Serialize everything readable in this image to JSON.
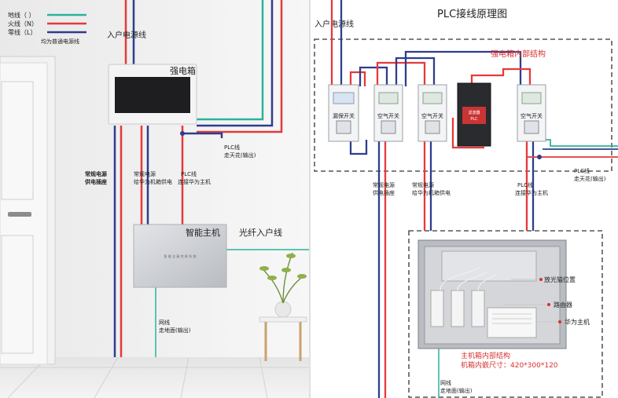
{
  "legend": {
    "ground": "地线（  ）",
    "live": "火线（N）",
    "neutral": "零线（L）",
    "note": "均为普通电源线"
  },
  "left": {
    "incoming_power": "入户电源线",
    "strong_box": "强电箱",
    "plc_out_1": "PLC线",
    "plc_out_2": "走天花(输出)",
    "normal_power_1": "常规电源",
    "normal_power_2": "供电插座",
    "huawei_power_1": "常规电源",
    "huawei_power_2": "给华为机箱供电",
    "plc_huawei_1": "PLC线",
    "plc_huawei_2": "连接华为主机",
    "smart_host": "智能主机",
    "host_panel_text": "智 能 全 屋 控 制 系 统",
    "fiber": "光纤入户线",
    "net_1": "网线",
    "net_2": "走地面(输出)"
  },
  "right": {
    "title": "PLC接线原理图",
    "incoming_power": "入户电源线",
    "box_title": "强电箱内部结构",
    "breakers": [
      "漏保开关",
      "空气开关",
      "空气开关",
      "空气开关"
    ],
    "filter_1": "滤波器",
    "filter_2": "PLC",
    "normal_power_1": "常规电源",
    "normal_power_2": "供电插座",
    "huawei_power_1": "常规电源",
    "huawei_power_2": "给华为机箱供电",
    "plc_huawei_1": "PLC线",
    "plc_huawei_2": "连接华为主机",
    "plc_out_1": "PLC线",
    "plc_out_2": "走天花(输出)",
    "optical_modem": "放光猫位置",
    "router": "路由器",
    "huawei_host": "华为主机",
    "host_box_title": "主机箱内部结构",
    "host_box_size": "机箱内嵌尺寸：420*300*120",
    "net_1": "网线",
    "net_2": "走地面(输出)"
  },
  "colors": {
    "live": "#e53a3a",
    "neutral": "#2f3d8f",
    "ground": "#2bb39a",
    "dashed": "#333333",
    "red_text": "#d6312f"
  }
}
